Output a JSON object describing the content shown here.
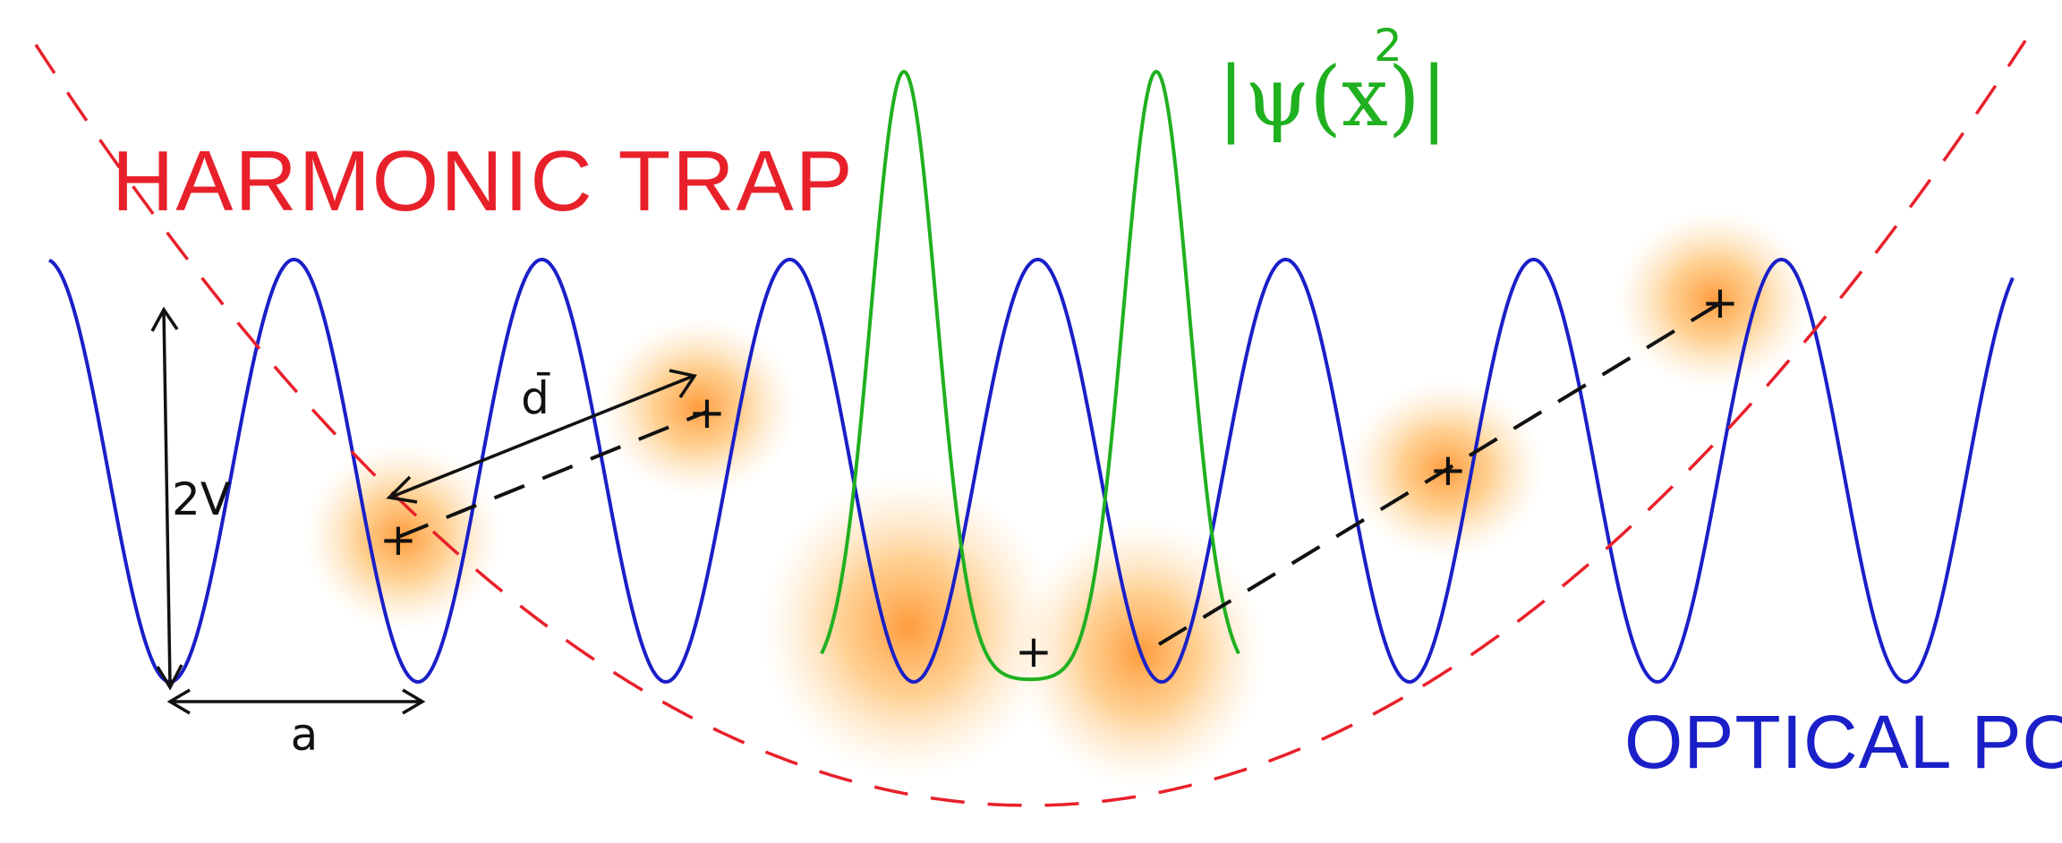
{
  "labels": {
    "harmonic_trap": "HARMONIC TRAP",
    "optical_potential": "OPTICAL POTENTIAL",
    "wavefunction": "|ψ(x)|",
    "wavefunction_exponent": "2",
    "depth": "2V",
    "spacing": "a",
    "distance": "d̄",
    "plus": "+"
  },
  "colors": {
    "harmonic_trap": "#e8202a",
    "optical_potential": "#1a1fc8",
    "wavefunction": "#20b020",
    "annotation": "#111111",
    "atom_glow": "#ff9a1f"
  }
}
